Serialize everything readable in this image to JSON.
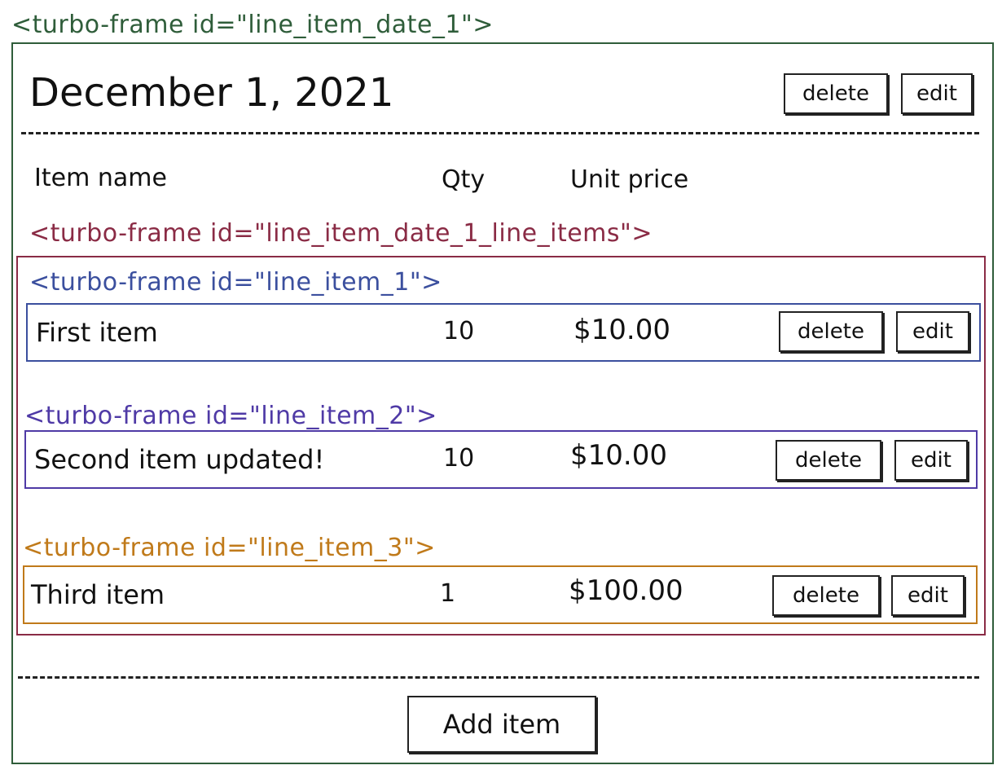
{
  "frames": {
    "date": "<turbo-frame id=\"line_item_date_1\">",
    "line_items": "<turbo-frame id=\"line_item_date_1_line_items\">",
    "item1": "<turbo-frame id=\"line_item_1\">",
    "item2": "<turbo-frame id=\"line_item_2\">",
    "item3": "<turbo-frame id=\"line_item_3\">"
  },
  "header": {
    "date": "December 1, 2021",
    "delete_label": "delete",
    "edit_label": "edit"
  },
  "columns": {
    "name": "Item name",
    "qty": "Qty",
    "unit_price": "Unit price"
  },
  "items": [
    {
      "name": "First item",
      "qty": "10",
      "price": "$10.00",
      "delete_label": "delete",
      "edit_label": "edit"
    },
    {
      "name": "Second item updated!",
      "qty": "10",
      "price": "$10.00",
      "delete_label": "delete",
      "edit_label": "edit"
    },
    {
      "name": "Third item",
      "qty": "1",
      "price": "$100.00",
      "delete_label": "delete",
      "edit_label": "edit"
    }
  ],
  "add_item_label": "Add item",
  "colors": {
    "date_frame": "#2f5d3a",
    "line_items_frame": "#8a2b45",
    "item1_frame": "#3b4f9e",
    "item2_frame": "#4f3aa6",
    "item3_frame": "#c07a1a"
  }
}
